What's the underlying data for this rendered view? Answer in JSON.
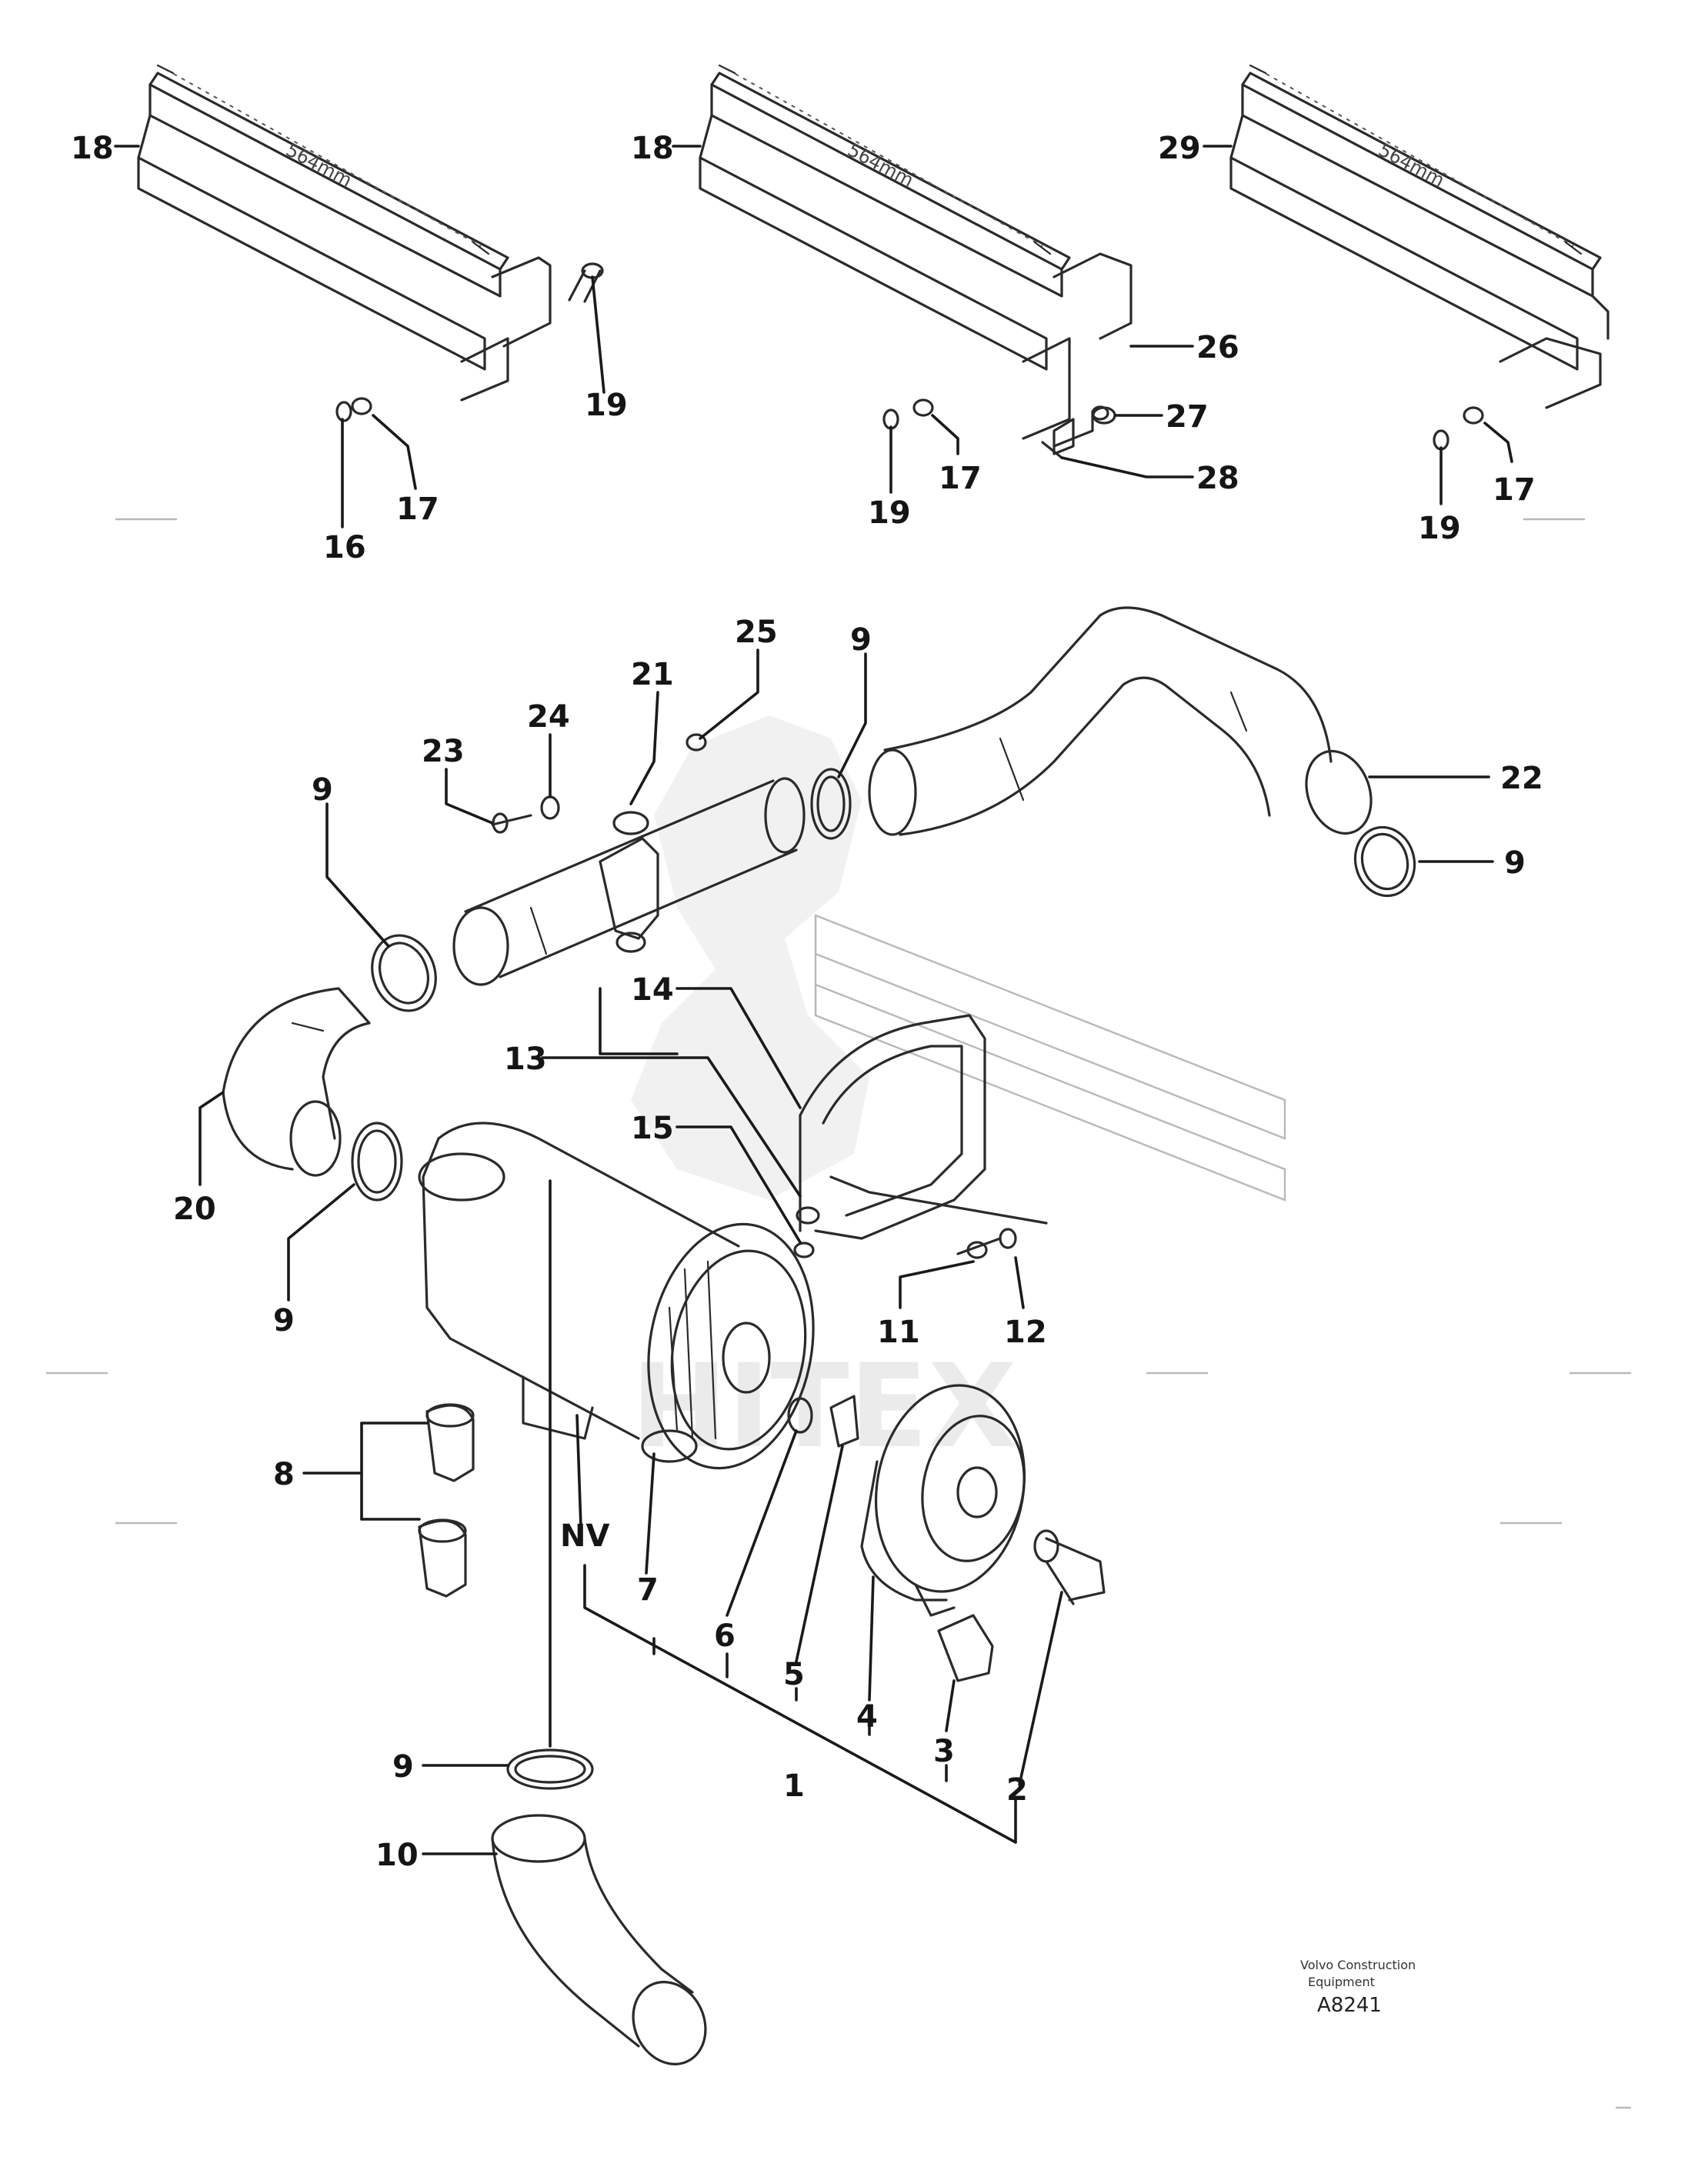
{
  "top_variants": [
    {
      "rail_label": "18",
      "length": "564mm",
      "labels": [
        "19",
        "17",
        "16"
      ]
    },
    {
      "rail_label": "18",
      "length": "564mm",
      "labels": [
        "26",
        "27",
        "28",
        "19",
        "17"
      ]
    },
    {
      "rail_label": "29",
      "length": "564mm",
      "labels": [
        "19",
        "17"
      ]
    }
  ],
  "callouts": {
    "c1": "1",
    "c2": "2",
    "c3": "3",
    "c4": "4",
    "c5": "5",
    "c6": "6",
    "c7": "7",
    "c8": "8",
    "c9": "9",
    "c10": "10",
    "c11": "11",
    "c12": "12",
    "c13": "13",
    "c14": "14",
    "c15": "15",
    "c20": "20",
    "c21": "21",
    "c22": "22",
    "c23": "23",
    "c24": "24",
    "c25": "25",
    "nv": "NV"
  },
  "reference": {
    "code": "A8241",
    "note_line1": "Volvo Construction",
    "note_line2": "Equipment"
  },
  "watermark": "HITEX"
}
